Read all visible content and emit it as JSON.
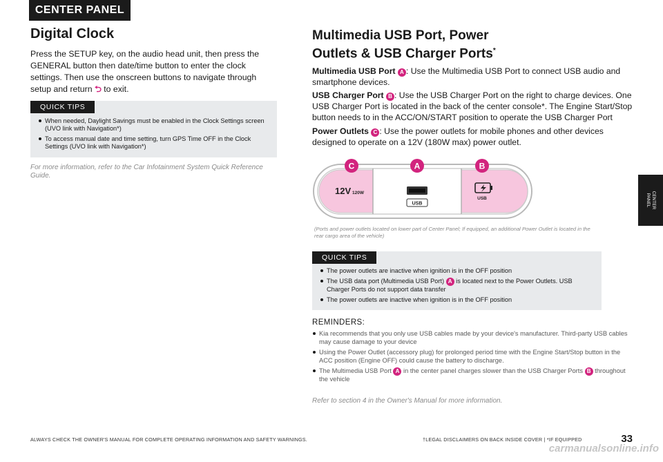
{
  "header_tab": "CENTER PANEL",
  "side_tab": "CENTER\nPANEL",
  "left": {
    "title": "Digital Clock",
    "body_before": "Press the SETUP key, on the audio head unit, then press the GENERAL button then date/time button to enter the clock settings. Then use the onscreen buttons to navigate through setup and return ",
    "body_after": " to exit.",
    "tips_label": "QUICK TIPS",
    "tips": [
      "When needed, Daylight Savings must be enabled in the Clock Settings screen (UVO link with Navigation*)",
      "To access manual date and time setting, turn GPS Time OFF in the Clock Settings (UVO link with Navigation*)"
    ],
    "ref_note": "For more information, refer to the Car Infotainment System Quick Reference Guide."
  },
  "right": {
    "title_line1": "Multimedia USB Port, Power",
    "title_line2": "Outlets & USB Charger Ports",
    "title_sup": "*",
    "p1_label": "Multimedia USB Port",
    "p1_badge": "A",
    "p1_text": ": Use the Multimedia USB Port to connect USB audio and smartphone devices.",
    "p2_label": "USB Charger Port",
    "p2_badge": "B",
    "p2_text": ": Use the USB Charger Port on the right to charge devices. One USB Charger Port is located in the back of the center console*. The Engine Start/Stop button needs to in the ACC/ON/START position to operate the USB Charger Port",
    "p3_label": "Power Outlets",
    "p3_badge": "C",
    "p3_text": ": Use the power outlets for mobile phones and other devices designed to operate on a 12V (180W max) power outlet.",
    "figure": {
      "label_c": "C",
      "label_a": "A",
      "label_b": "B",
      "outlet_text": "12V",
      "outlet_watt": "120W",
      "usb_data_label": "USB",
      "usb_charge_label": "USB"
    },
    "photo_caption": "(Ports and power outlets located on lower part of Center Panel; If equipped, an additional Power Outlet is located in the rear cargo area of the vehicle)",
    "tips_label": "QUICK TIPS",
    "tip1": "The power outlets are inactive when ignition is in the OFF position",
    "tip2_before": "The USB data port (Multimedia USB Port) ",
    "tip2_badge": "A",
    "tip2_after": " is located next to the Power Outlets. USB Charger Ports do not support data transfer",
    "tip3": "The power outlets are inactive when ignition is in the OFF position",
    "reminders_heading": "REMINDERS:",
    "rem1": "Kia recommends that you only use USB cables made by your device's manufacturer. Third-party USB cables may cause damage to your device",
    "rem2": "Using the Power Outlet (accessory plug) for prolonged period time with the Engine Start/Stop button in the ACC position (Engine OFF) could cause the battery to discharge.",
    "rem3_before": "The Multimedia USB Port ",
    "rem3_badge_a": "A",
    "rem3_middle": " in the center panel charges slower than the USB Charger Ports ",
    "rem3_badge_b": "B",
    "rem3_after": " throughout the vehicle",
    "ref_note": "Refer to section 4 in the Owner's Manual for more information."
  },
  "footer": {
    "left": "ALWAYS CHECK THE OWNER'S MANUAL FOR COMPLETE OPERATING INFORMATION AND SAFETY WARNINGS.",
    "right": "†LEGAL DISCLAIMERS ON BACK INSIDE COVER   |   *IF EQUIPPED",
    "page_number": "33",
    "watermark": "carmanualsonline.info"
  },
  "colors": {
    "accent": "#d2247e",
    "dark": "#1b1b1b",
    "tip_bg": "#e8eaec",
    "outlet_fill": "#f7c6de"
  }
}
